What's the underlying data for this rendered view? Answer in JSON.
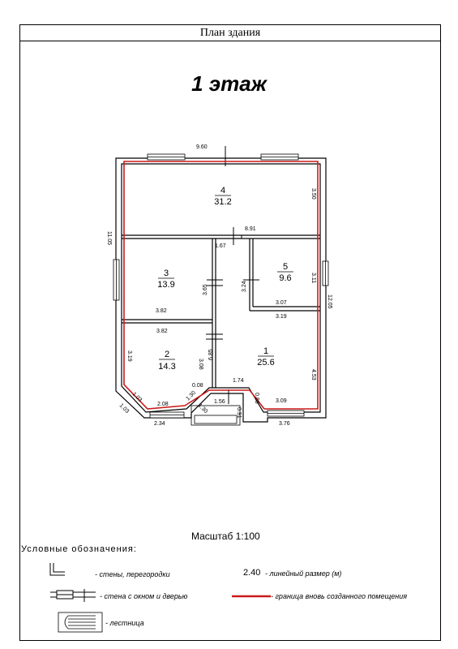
{
  "header": {
    "title": "План здания"
  },
  "floor": {
    "title": "1 этаж"
  },
  "rooms": [
    {
      "number": "4",
      "area": "31.2"
    },
    {
      "number": "3",
      "area": "13.9"
    },
    {
      "number": "5",
      "area": "9.6"
    },
    {
      "number": "2",
      "area": "14.3"
    },
    {
      "number": "1",
      "area": "25.6"
    }
  ],
  "dimensions": {
    "d960": "9.60",
    "d350": "3.50",
    "d1105": "11.05",
    "d891": "8.91",
    "d167": "1.67",
    "d311": "3.11",
    "d1205": "12.05",
    "d365": "3.65",
    "d324": "3.24",
    "d307": "3.07",
    "d382a": "3.82",
    "d319a": "3.19",
    "d382b": "3.82",
    "d319b": "3.19",
    "d308": "3.08",
    "d685": "6.85",
    "d453": "4.53",
    "d008": "0.08",
    "d174": "1.74",
    "d103a": "1.03",
    "d103b": "1.03",
    "d208": "2.08",
    "d130a": "1.30",
    "d130b": "1.30",
    "d156": "1.56",
    "d091": "0.91",
    "d089": "0.89",
    "d309": "3.09",
    "d234": "2.34",
    "d376": "3.76"
  },
  "scale": {
    "label": "Масштаб 1:100"
  },
  "legend": {
    "title": "Условные обозначения:",
    "walls": "- стены, перегородки",
    "window_door": "- стена с окном и дверью",
    "stairs": "- лестница",
    "dim_sample": "2.40",
    "dim_label": "- линейный размер (м)",
    "boundary_label": "- граница вновь созданного помещения"
  },
  "colors": {
    "boundary": "#cc1a1a",
    "wall": "#000000"
  }
}
